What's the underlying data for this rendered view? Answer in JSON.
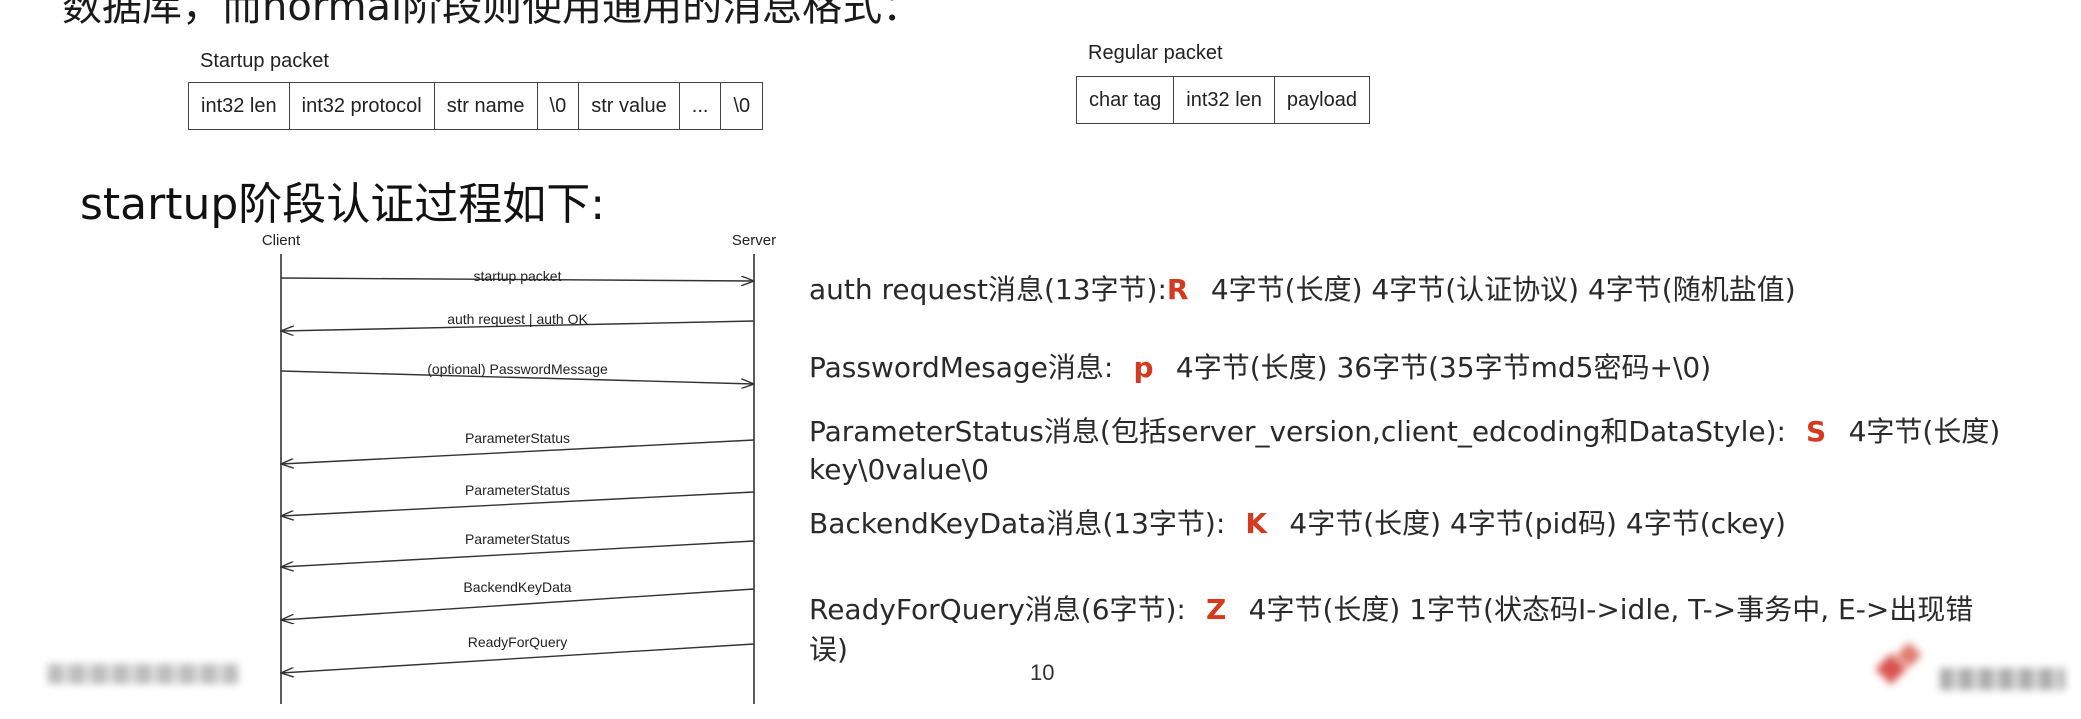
{
  "top_cut_text": "数据库，而normal阶段则使用通用的消息格式：",
  "startup_packet": {
    "title": "Startup packet",
    "fields": [
      "int32 len",
      "int32 protocol",
      "str name",
      "\\0",
      "str value",
      "...",
      "\\0"
    ]
  },
  "regular_packet": {
    "title": "Regular packet",
    "fields": [
      "char tag",
      "int32 len",
      "payload"
    ]
  },
  "heading": "startup阶段认证过程如下:",
  "diagram": {
    "client_label": "Client",
    "server_label": "Server",
    "arrows": [
      {
        "label": "startup packet",
        "direction": "to-server"
      },
      {
        "label": "auth request | auth OK",
        "direction": "to-client"
      },
      {
        "label": "(optional) PasswordMessage",
        "direction": "to-server"
      },
      {
        "label": "ParameterStatus",
        "direction": "to-client"
      },
      {
        "label": "ParameterStatus",
        "direction": "to-client"
      },
      {
        "label": "ParameterStatus",
        "direction": "to-client"
      },
      {
        "label": "BackendKeyData",
        "direction": "to-client"
      },
      {
        "label": "ReadyForQuery",
        "direction": "to-client"
      }
    ]
  },
  "messages": [
    {
      "prefix": "auth request消息(13字节):",
      "code": "R",
      "suffix": "4字节(长度)  4字节(认证协议)  4字节(随机盐值)"
    },
    {
      "prefix": "PasswordMesage消息: ",
      "code": "p",
      "suffix": "4字节(长度)   36字节(35字节md5密码+\\0)"
    },
    {
      "prefix": "ParameterStatus消息(包括server_version,client_edcoding和DataStyle): ",
      "code": "S",
      "suffix": "4字节(长度)",
      "line2": "key\\0value\\0"
    },
    {
      "prefix": "BackendKeyData消息(13字节): ",
      "code": "K",
      "suffix": "4字节(长度)   4字节(pid码) 4字节(ckey)"
    },
    {
      "prefix": "ReadyForQuery消息(6字节): ",
      "code": "Z",
      "suffix": "4字节(长度)   1字节(状态码I->idle, T->事务中, E->出现错",
      "line2": "误)"
    }
  ],
  "page_number": "10",
  "colors": {
    "accent": "#d63a1e",
    "text": "#2a2a2a",
    "border": "#444444"
  }
}
